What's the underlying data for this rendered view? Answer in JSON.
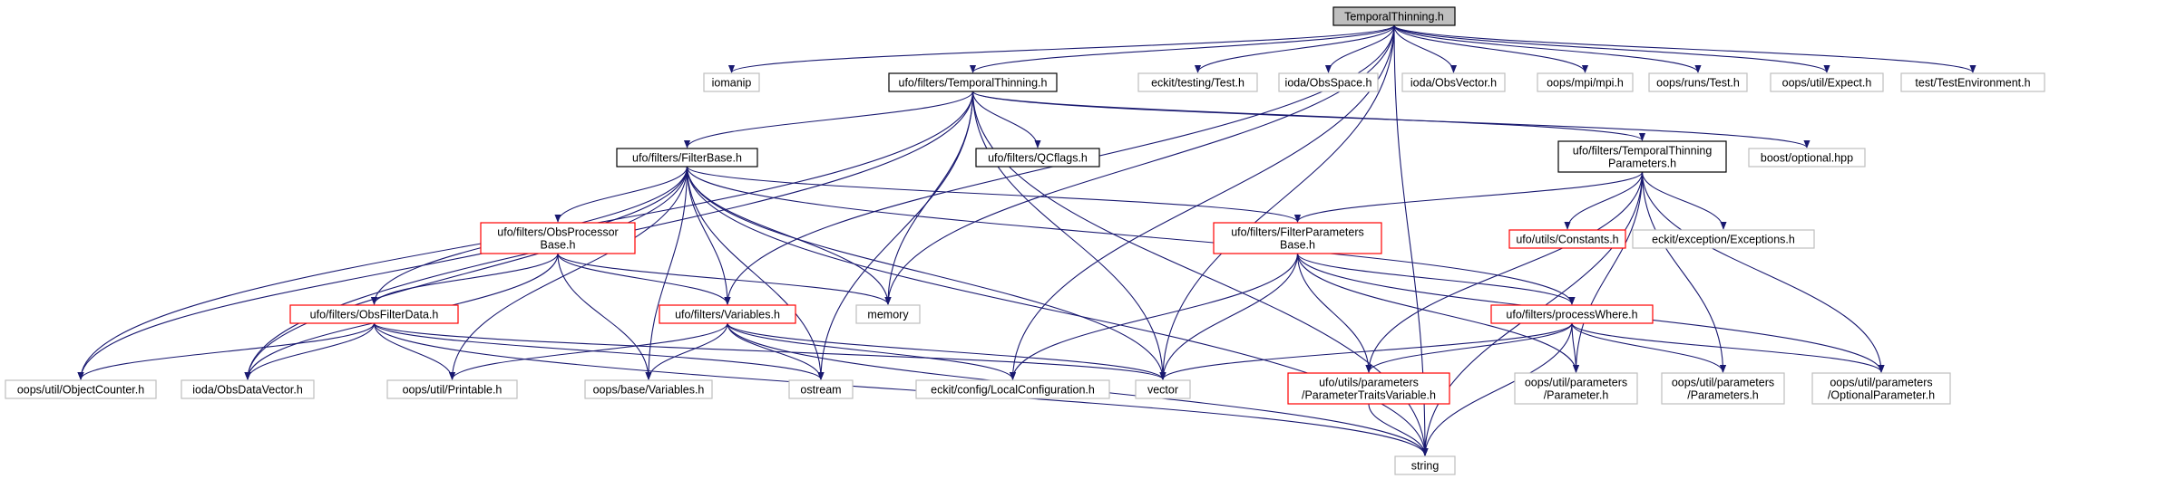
{
  "colors": {
    "edge": "#191970",
    "root_fill": "#bfbfbf",
    "root_border": "#000000",
    "local_border": "#000000",
    "red_border": "#ff0000",
    "external_border": "#bfbfbf",
    "fill": "#ffffff"
  },
  "nodes": [
    {
      "id": "root",
      "lines": [
        "TemporalThinning.h"
      ],
      "style": "root"
    },
    {
      "id": "iomanip",
      "lines": [
        "iomanip"
      ],
      "style": "external"
    },
    {
      "id": "uftt",
      "lines": [
        "ufo/filters/TemporalThinning.h"
      ],
      "style": "local"
    },
    {
      "id": "ecktest",
      "lines": [
        "eckit/testing/Test.h"
      ],
      "style": "external"
    },
    {
      "id": "obsspace",
      "lines": [
        "ioda/ObsSpace.h"
      ],
      "style": "external"
    },
    {
      "id": "obsvector",
      "lines": [
        "ioda/ObsVector.h"
      ],
      "style": "external"
    },
    {
      "id": "mpi",
      "lines": [
        "oops/mpi/mpi.h"
      ],
      "style": "external"
    },
    {
      "id": "runstest",
      "lines": [
        "oops/runs/Test.h"
      ],
      "style": "external"
    },
    {
      "id": "expect",
      "lines": [
        "oops/util/Expect.h"
      ],
      "style": "external"
    },
    {
      "id": "testenv",
      "lines": [
        "test/TestEnvironment.h"
      ],
      "style": "external"
    },
    {
      "id": "filterbase",
      "lines": [
        "ufo/filters/FilterBase.h"
      ],
      "style": "local"
    },
    {
      "id": "qcflags",
      "lines": [
        "ufo/filters/QCflags.h"
      ],
      "style": "local"
    },
    {
      "id": "ttparams",
      "lines": [
        "ufo/filters/TemporalThinning",
        "Parameters.h"
      ],
      "style": "local"
    },
    {
      "id": "boostopt",
      "lines": [
        "boost/optional.hpp"
      ],
      "style": "external"
    },
    {
      "id": "obsproc",
      "lines": [
        "ufo/filters/ObsProcessor",
        "Base.h"
      ],
      "style": "red"
    },
    {
      "id": "fparams",
      "lines": [
        "ufo/filters/FilterParameters",
        "Base.h"
      ],
      "style": "red"
    },
    {
      "id": "constants",
      "lines": [
        "ufo/utils/Constants.h"
      ],
      "style": "red"
    },
    {
      "id": "exceptions",
      "lines": [
        "eckit/exception/Exceptions.h"
      ],
      "style": "external"
    },
    {
      "id": "obsfdata",
      "lines": [
        "ufo/filters/ObsFilterData.h"
      ],
      "style": "red"
    },
    {
      "id": "variables",
      "lines": [
        "ufo/filters/Variables.h"
      ],
      "style": "red"
    },
    {
      "id": "memory",
      "lines": [
        "memory"
      ],
      "style": "external"
    },
    {
      "id": "pwhere",
      "lines": [
        "ufo/filters/processWhere.h"
      ],
      "style": "red"
    },
    {
      "id": "objcounter",
      "lines": [
        "oops/util/ObjectCounter.h"
      ],
      "style": "external"
    },
    {
      "id": "obsdatavec",
      "lines": [
        "ioda/ObsDataVector.h"
      ],
      "style": "external"
    },
    {
      "id": "printable",
      "lines": [
        "oops/util/Printable.h"
      ],
      "style": "external"
    },
    {
      "id": "basevars",
      "lines": [
        "oops/base/Variables.h"
      ],
      "style": "external"
    },
    {
      "id": "ostream",
      "lines": [
        "ostream"
      ],
      "style": "external"
    },
    {
      "id": "localconf",
      "lines": [
        "eckit/config/LocalConfiguration.h"
      ],
      "style": "external"
    },
    {
      "id": "vector",
      "lines": [
        "vector"
      ],
      "style": "external"
    },
    {
      "id": "ptvar",
      "lines": [
        "ufo/utils/parameters",
        "/ParameterTraitsVariable.h"
      ],
      "style": "red"
    },
    {
      "id": "param",
      "lines": [
        "oops/util/parameters",
        "/Parameter.h"
      ],
      "style": "external"
    },
    {
      "id": "params",
      "lines": [
        "oops/util/parameters",
        "/Parameters.h"
      ],
      "style": "external"
    },
    {
      "id": "optparam",
      "lines": [
        "oops/util/parameters",
        "/OptionalParameter.h"
      ],
      "style": "external"
    },
    {
      "id": "string",
      "lines": [
        "string"
      ],
      "style": "external"
    }
  ],
  "edges": [
    [
      "root",
      "iomanip"
    ],
    [
      "root",
      "uftt"
    ],
    [
      "root",
      "ecktest"
    ],
    [
      "root",
      "obsspace"
    ],
    [
      "root",
      "obsvector"
    ],
    [
      "root",
      "mpi"
    ],
    [
      "root",
      "runstest"
    ],
    [
      "root",
      "expect"
    ],
    [
      "root",
      "testenv"
    ],
    [
      "root",
      "memory"
    ],
    [
      "root",
      "variables"
    ],
    [
      "root",
      "localconf"
    ],
    [
      "root",
      "vector"
    ],
    [
      "root",
      "string"
    ],
    [
      "uftt",
      "filterbase"
    ],
    [
      "uftt",
      "qcflags"
    ],
    [
      "uftt",
      "ttparams"
    ],
    [
      "uftt",
      "boostopt"
    ],
    [
      "uftt",
      "memory"
    ],
    [
      "uftt",
      "objcounter"
    ],
    [
      "uftt",
      "obsdatavec"
    ],
    [
      "uftt",
      "ostream"
    ],
    [
      "uftt",
      "vector"
    ],
    [
      "uftt",
      "string"
    ],
    [
      "filterbase",
      "obsproc"
    ],
    [
      "filterbase",
      "fparams"
    ],
    [
      "filterbase",
      "obsfdata"
    ],
    [
      "filterbase",
      "variables"
    ],
    [
      "filterbase",
      "memory"
    ],
    [
      "filterbase",
      "pwhere"
    ],
    [
      "filterbase",
      "objcounter"
    ],
    [
      "filterbase",
      "obsdatavec"
    ],
    [
      "filterbase",
      "printable"
    ],
    [
      "filterbase",
      "basevars"
    ],
    [
      "filterbase",
      "ostream"
    ],
    [
      "filterbase",
      "vector"
    ],
    [
      "filterbase",
      "string"
    ],
    [
      "ttparams",
      "fparams"
    ],
    [
      "ttparams",
      "constants"
    ],
    [
      "ttparams",
      "exceptions"
    ],
    [
      "ttparams",
      "ptvar"
    ],
    [
      "ttparams",
      "param"
    ],
    [
      "ttparams",
      "params"
    ],
    [
      "ttparams",
      "optparam"
    ],
    [
      "ttparams",
      "string"
    ],
    [
      "obsproc",
      "obsfdata"
    ],
    [
      "obsproc",
      "variables"
    ],
    [
      "obsproc",
      "memory"
    ],
    [
      "obsproc",
      "obsdatavec"
    ],
    [
      "obsproc",
      "basevars"
    ],
    [
      "fparams",
      "pwhere"
    ],
    [
      "fparams",
      "localconf"
    ],
    [
      "fparams",
      "vector"
    ],
    [
      "fparams",
      "ptvar"
    ],
    [
      "fparams",
      "param"
    ],
    [
      "fparams",
      "optparam"
    ],
    [
      "obsfdata",
      "objcounter"
    ],
    [
      "obsfdata",
      "obsdatavec"
    ],
    [
      "obsfdata",
      "printable"
    ],
    [
      "obsfdata",
      "ostream"
    ],
    [
      "obsfdata",
      "vector"
    ],
    [
      "obsfdata",
      "string"
    ],
    [
      "variables",
      "printable"
    ],
    [
      "variables",
      "basevars"
    ],
    [
      "variables",
      "ostream"
    ],
    [
      "variables",
      "localconf"
    ],
    [
      "variables",
      "vector"
    ],
    [
      "variables",
      "string"
    ],
    [
      "pwhere",
      "vector"
    ],
    [
      "pwhere",
      "ptvar"
    ],
    [
      "pwhere",
      "param"
    ],
    [
      "pwhere",
      "params"
    ],
    [
      "pwhere",
      "optparam"
    ],
    [
      "pwhere",
      "string"
    ],
    [
      "ptvar",
      "string"
    ]
  ]
}
